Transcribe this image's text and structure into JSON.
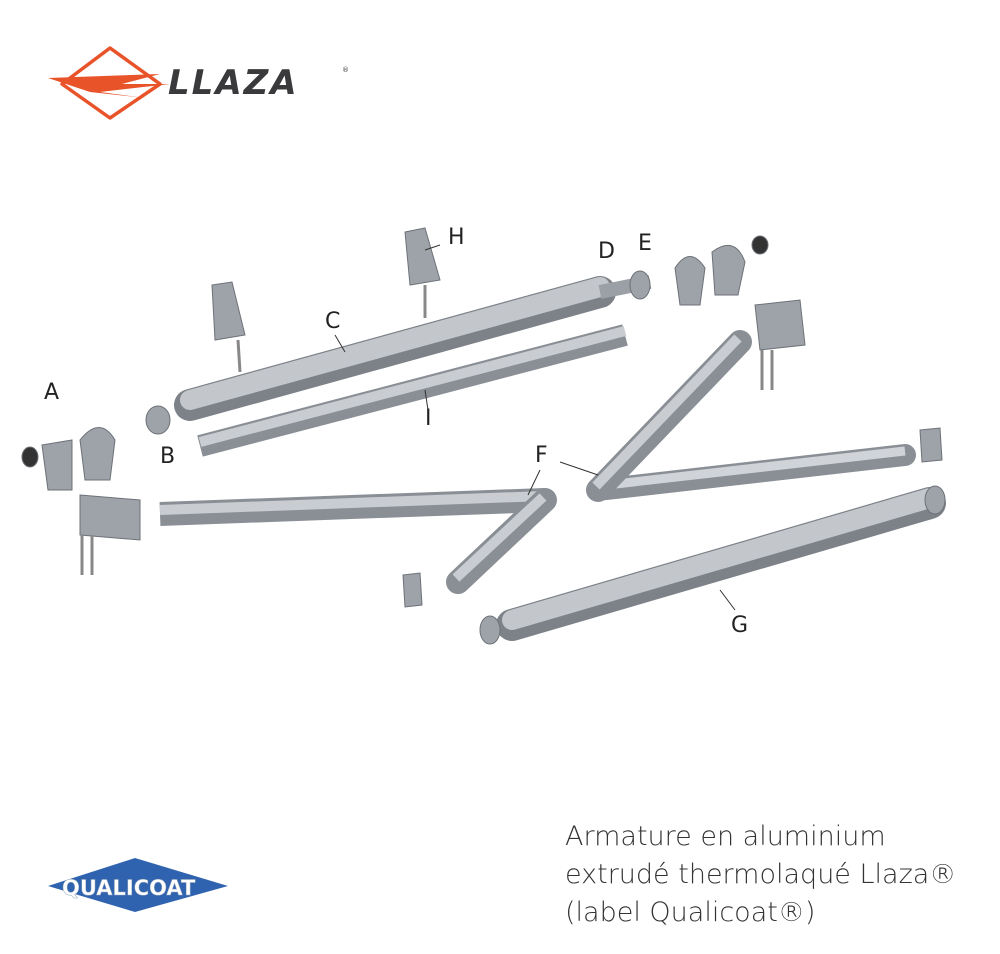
{
  "brand": {
    "name": "LLAZA",
    "registered": "®",
    "color": "#e8532a",
    "text_color": "#3a3a3c"
  },
  "certification": {
    "name": "QUALICOAT",
    "color": "#2f63b0"
  },
  "part_labels": [
    "A",
    "B",
    "C",
    "D",
    "E",
    "F",
    "G",
    "H",
    "I"
  ],
  "caption": {
    "line1": "Armature en aluminium",
    "line2": "extrudé thermolaqué Llaza®",
    "line3": "(label Qualicoat®)"
  }
}
